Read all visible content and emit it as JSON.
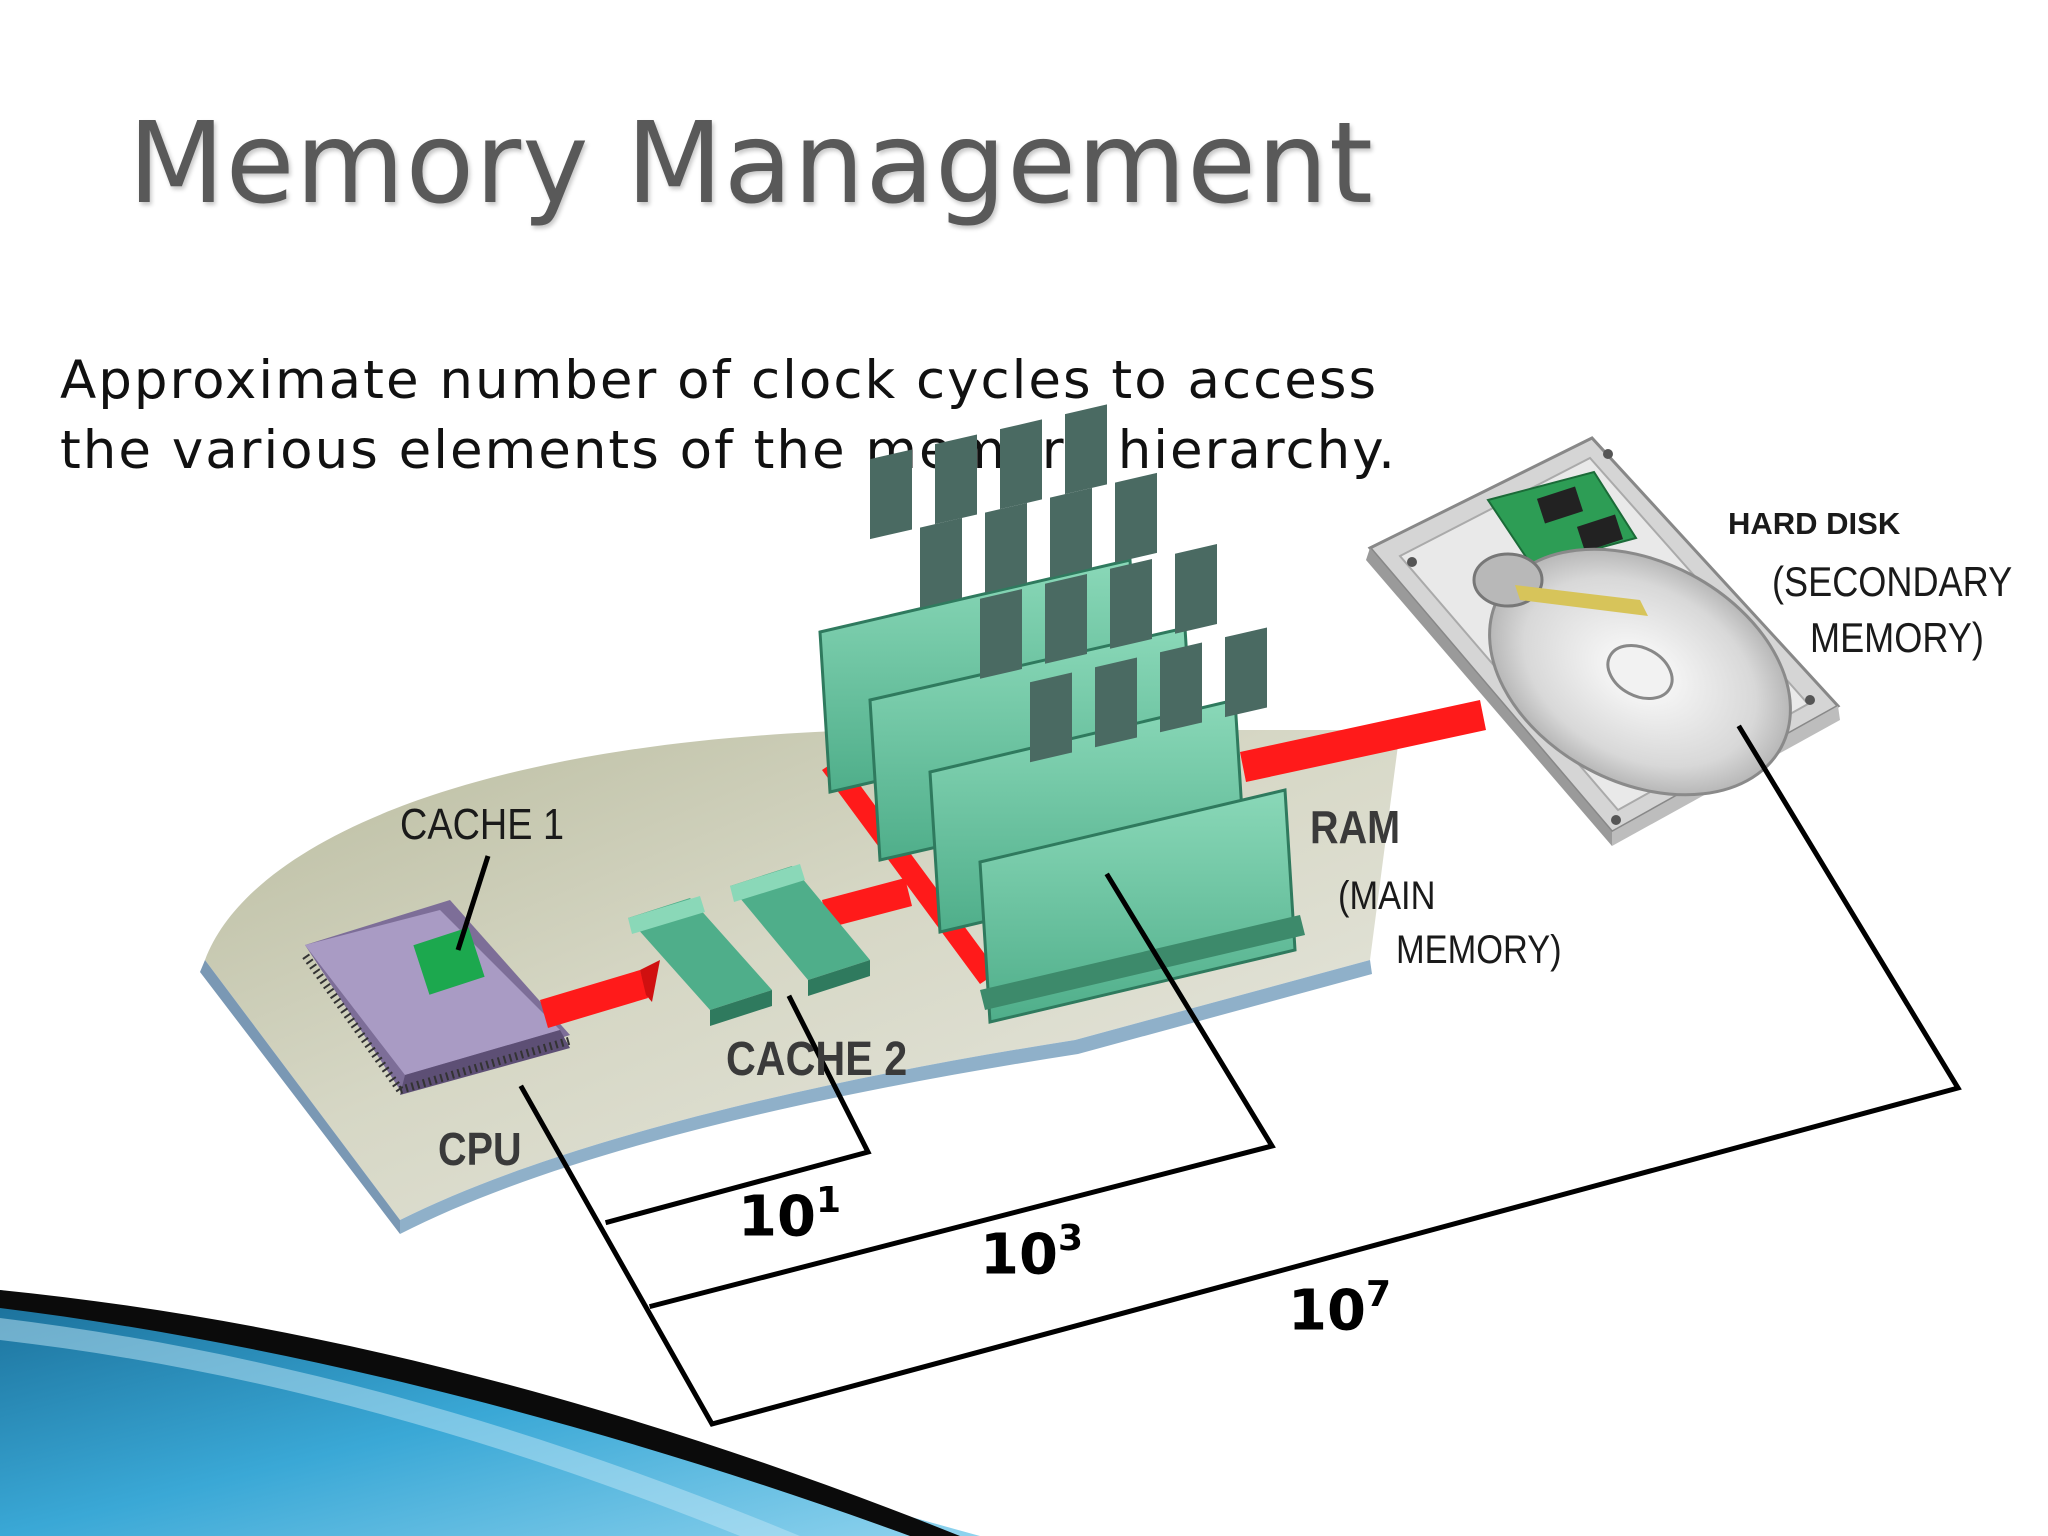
{
  "slide": {
    "title": "Memory Management",
    "subtitle": "Approximate number of clock cycles to access the various elements of the memory hierarchy."
  },
  "labels": {
    "cache1": "CACHE 1",
    "cache2": "CACHE 2",
    "cpu": "CPU",
    "ram": "RAM",
    "main_memory_line1": "(MAIN",
    "main_memory_line2": "MEMORY)",
    "hard_disk": "HARD DISK",
    "secondary_line1": "(SECONDARY",
    "secondary_line2": "MEMORY)"
  },
  "latencies": [
    {
      "base": "10",
      "exp": "1"
    },
    {
      "base": "10",
      "exp": "3"
    },
    {
      "base": "10",
      "exp": "7"
    }
  ],
  "colors": {
    "link": "#ff1a1a",
    "ram_module": "#6fc9a5",
    "cpu_chip": "#9c8fb8",
    "cache1_square": "#1ca84e",
    "board": "#d8d9c6",
    "accent_blue": "#2a8fbe"
  }
}
